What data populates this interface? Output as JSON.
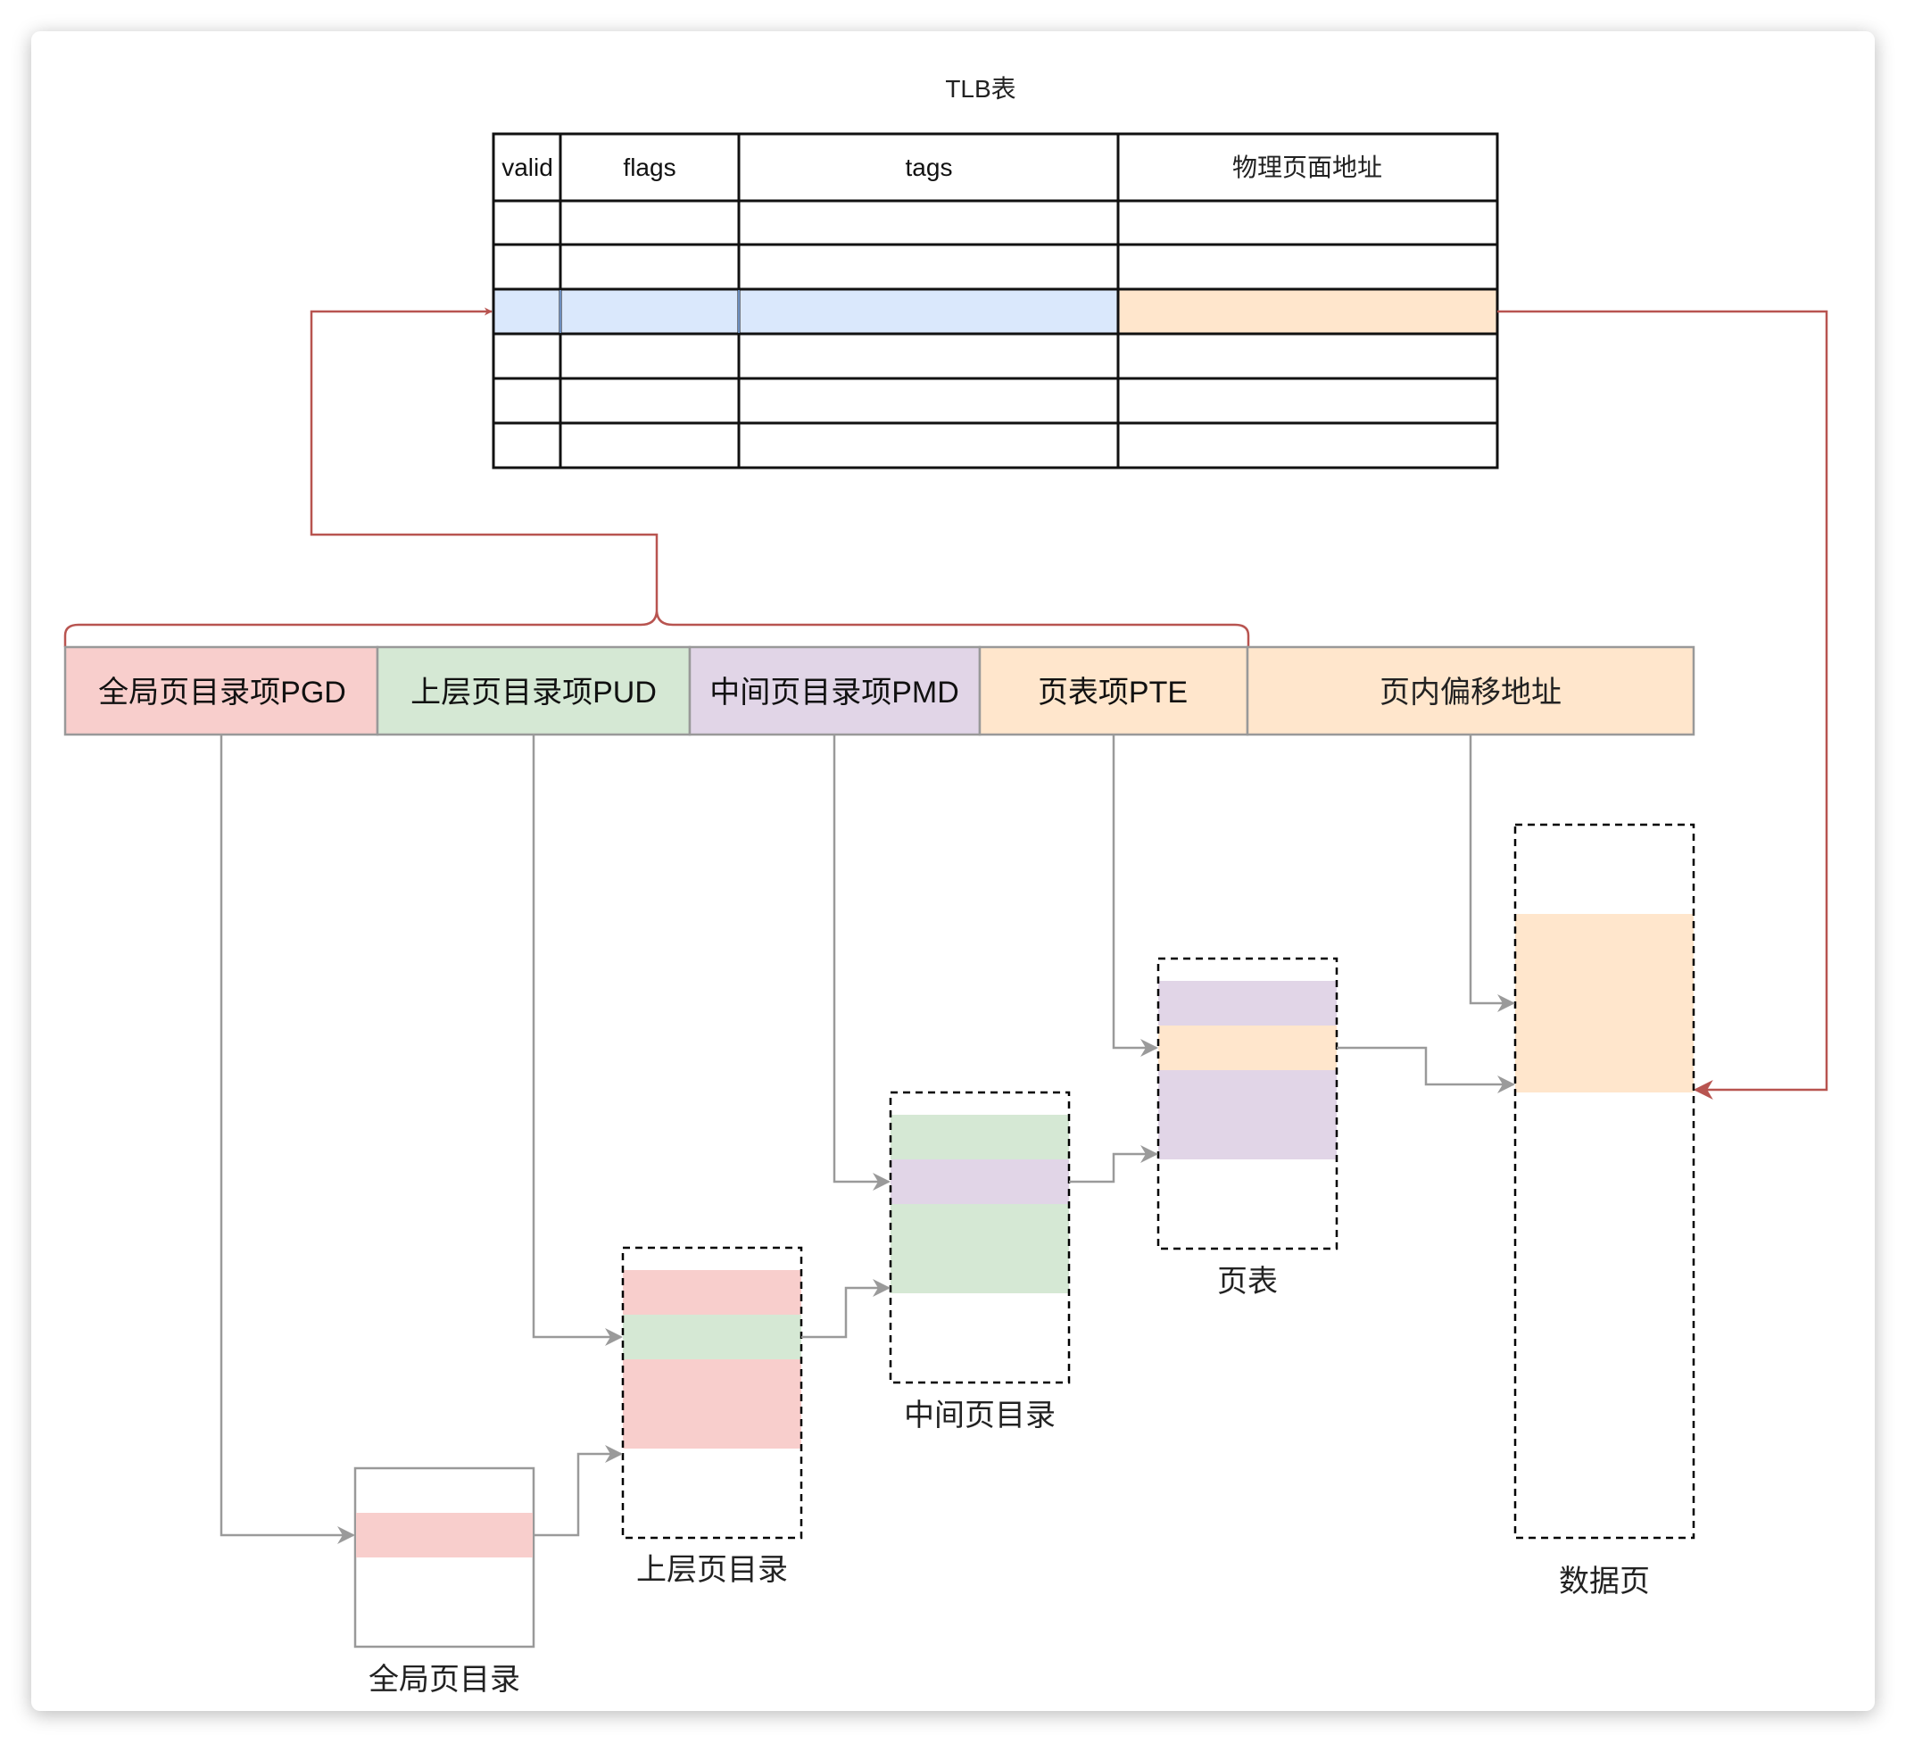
{
  "tlb": {
    "title": "TLB表",
    "headers": [
      "valid",
      "flags",
      "tags",
      "物理页面地址"
    ],
    "body_rows": 6,
    "highlighted_row": 3
  },
  "address_fields": [
    {
      "label": "全局页目录项PGD",
      "color": "#f8cecc"
    },
    {
      "label": "上层页目录项PUD",
      "color": "#d5e8d4"
    },
    {
      "label": "中间页目录项PMD",
      "color": "#e1d5e7"
    },
    {
      "label": "页表项PTE",
      "color": "#ffe6cc"
    },
    {
      "label": "页内偏移地址",
      "color": "#ffe6cc"
    }
  ],
  "tables": {
    "pgd": "全局页目录",
    "pud": "上层页目录",
    "pmd": "中间页目录",
    "pte": "页表",
    "data": "数据页"
  },
  "colors": {
    "tlb_key": "#dae8fc",
    "tlb_key_border": "#6c8ebf",
    "tlb_value": "#ffe6cc",
    "tlb_value_border": "#d79b00",
    "tlb_arrow": "#b85450",
    "walk_arrow": "#9a9a9a"
  }
}
